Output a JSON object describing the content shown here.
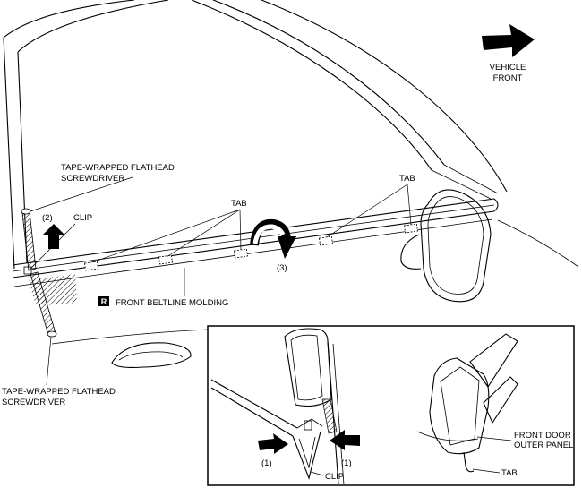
{
  "colors": {
    "ink": "#000000",
    "paper": "#ffffff"
  },
  "diagram": {
    "vehicle_front_line1": "VEHICLE",
    "vehicle_front_line2": "FRONT",
    "screwdriver_top_line1": "TAPE-WRAPPED FLATHEAD",
    "screwdriver_top_line2": "SCREWDRIVER",
    "step_2": "(2)",
    "clip_label": "CLIP",
    "tab_label_center": "TAB",
    "tab_label_right": "TAB",
    "step_3": "(3)",
    "molding_badge": "R",
    "molding_label": "FRONT BELTLINE MOLDING",
    "screwdriver_bottom_line1": "TAPE-WRAPPED FLATHEAD",
    "screwdriver_bottom_line2": "SCREWDRIVER"
  },
  "inset": {
    "step_1_left": "(1)",
    "step_1_right": "(1)",
    "clip_label": "CLIP",
    "panel_line1": "FRONT DOOR",
    "panel_line2": "OUTER PANEL",
    "tab_label": "TAB"
  }
}
